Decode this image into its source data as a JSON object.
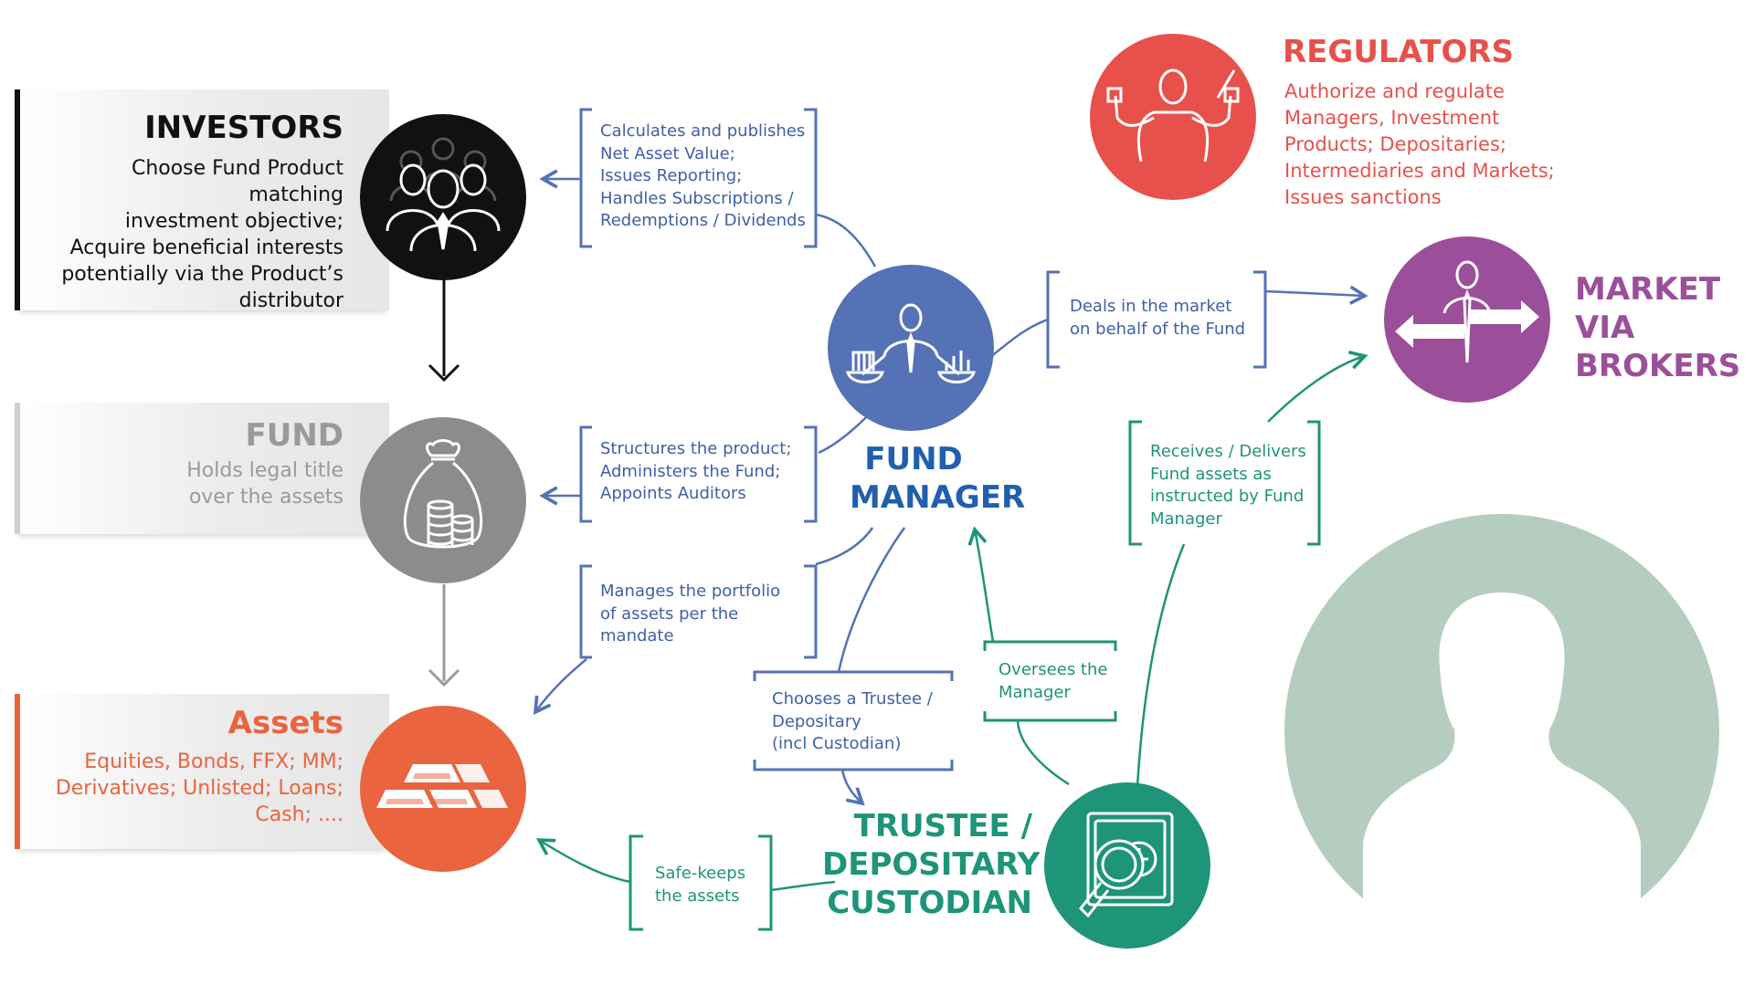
{
  "colors": {
    "investors": "#111111",
    "fund": "#8c8c8c",
    "assets": "#e9643f",
    "manager": "#5472b5",
    "manager_text": "#1f5fae",
    "trustee": "#1e9478",
    "regulators": "#e8514b",
    "market": "#9b4f9a",
    "avatar": "#b4cdbf"
  },
  "investors": {
    "title": "INVESTORS",
    "text": "Choose Fund Product matching\ninvestment objective;\nAcquire beneficial interests\npotentially via the Product’s\ndistributor",
    "icon": "people-group-icon"
  },
  "fund": {
    "title": "FUND",
    "text": "Holds legal title\nover the assets",
    "icon": "money-bag-icon"
  },
  "assets": {
    "title": "Assets",
    "text": "Equities, Bonds, FFX; MM;\nDerivatives; Unlisted; Loans;\nCash; ....",
    "icon": "gold-bars-icon"
  },
  "manager": {
    "title": "FUND\nMANAGER",
    "icon": "manager-balance-icon"
  },
  "trustee": {
    "title": "TRUSTEE /\nDEPOSITARY\nCUSTODIAN",
    "icon": "safe-magnifier-icon"
  },
  "regulators": {
    "title": "REGULATORS",
    "text": "Authorize and regulate\nManagers, Investment\nProducts; Depositaries;\nIntermediaries and Markets;\nIssues sanctions",
    "icon": "conductor-icon"
  },
  "market": {
    "title": "MARKET VIA\nBROKERS",
    "icon": "broker-arrows-icon"
  },
  "relations": {
    "calculates": "Calculates and publishes\nNet Asset Value;\nIssues Reporting;\nHandles Subscriptions /\nRedemptions / Dividends",
    "structures": "Structures the product;\nAdministers the Fund;\nAppoints Auditors",
    "manages": "Manages the portfolio\nof assets per the\nmandate",
    "deals": "Deals in the market\non behalf of the Fund",
    "chooses": "Chooses a Trustee /\nDepositary\n(incl Custodian)",
    "oversees": "Oversees the\nManager",
    "receives": "Receives / Delivers\nFund assets as\ninstructed by Fund\nManager",
    "safekeeps": "Safe-keeps\nthe assets"
  },
  "avatar": {
    "icon": "person-silhouette-icon"
  }
}
